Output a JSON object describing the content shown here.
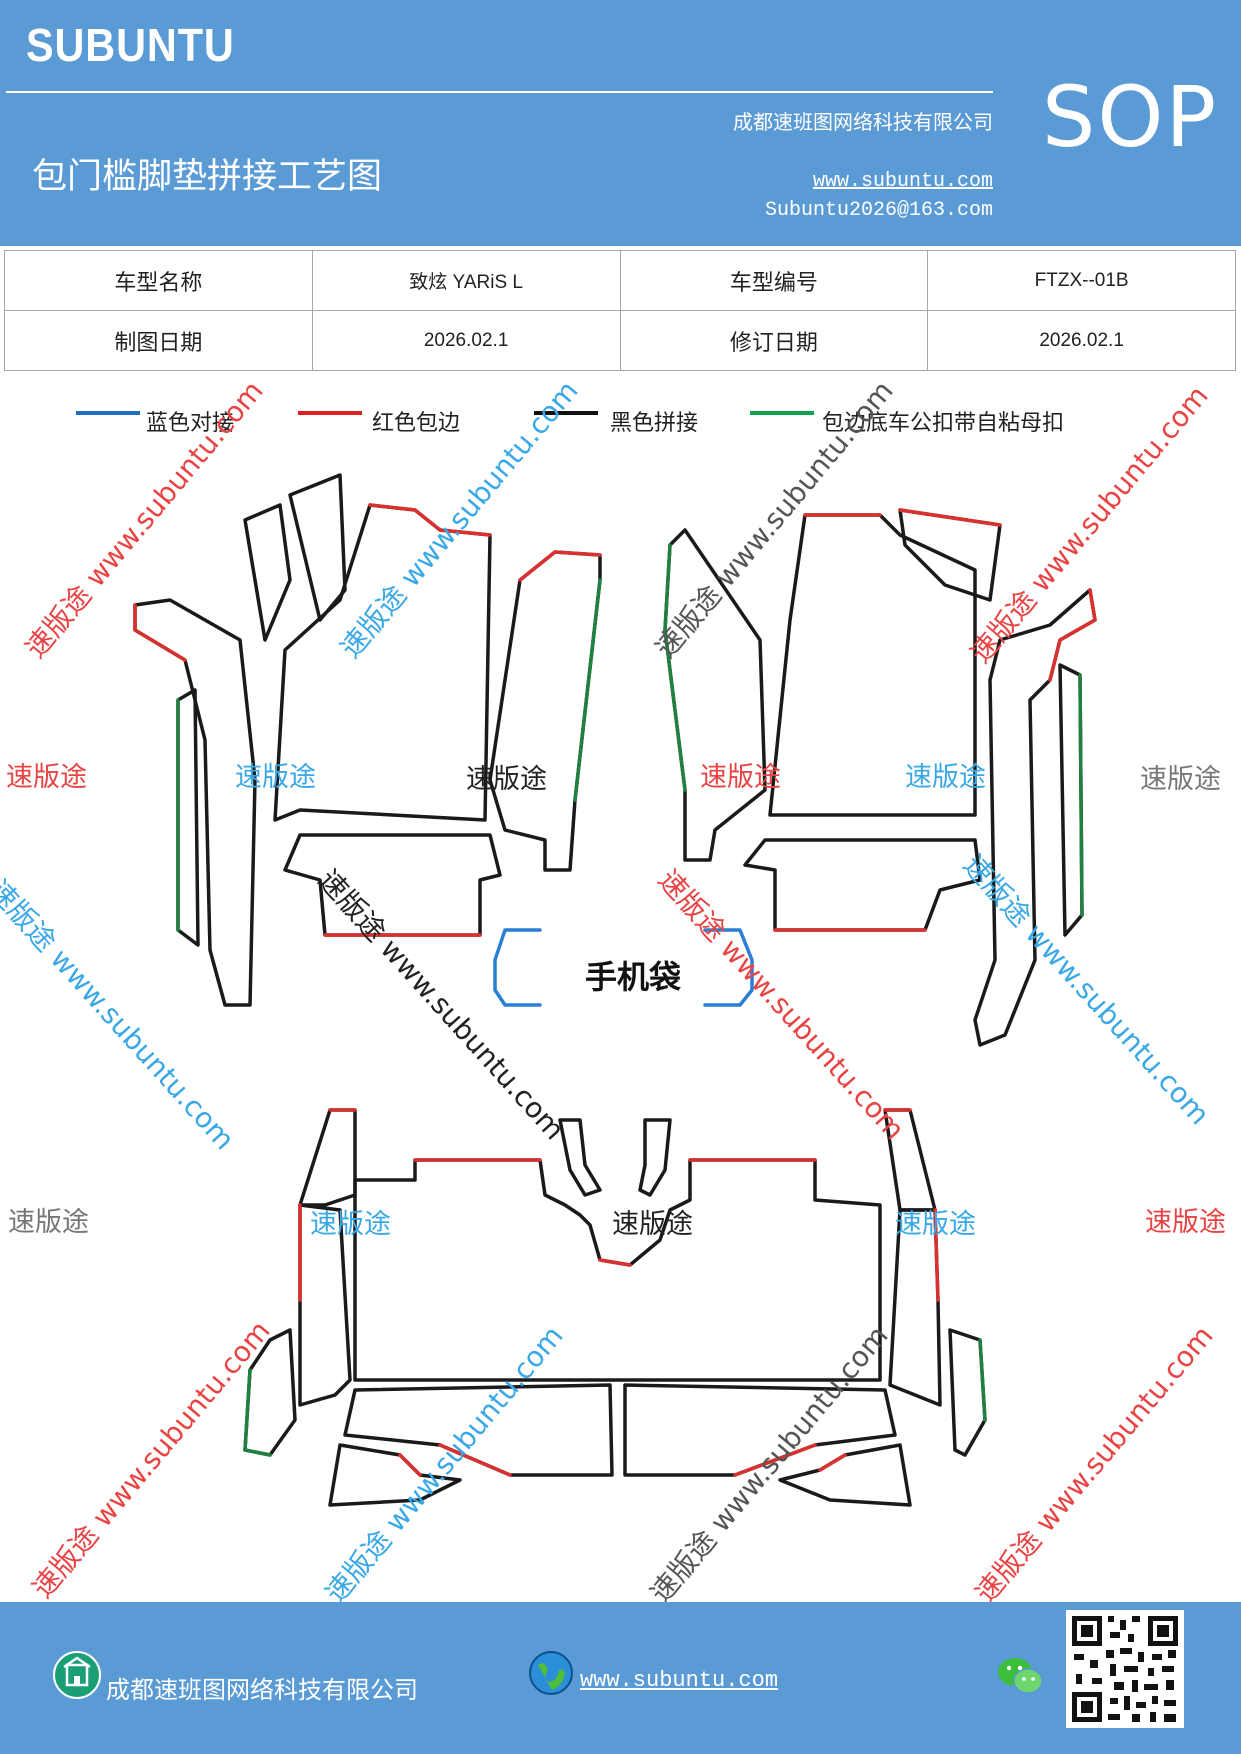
{
  "header": {
    "brand": "SUBUNTU",
    "company": "成都速班图网络科技有限公司",
    "title": "包门槛脚垫拼接工艺图",
    "url": "www.subuntu.com",
    "email": "Subuntu2026@163.com",
    "sop": "SOP"
  },
  "info": {
    "model_name_label": "车型名称",
    "model_name": "致炫 YARiS L",
    "model_code_label": "车型编号",
    "model_code": "FTZX--01B",
    "draw_date_label": "制图日期",
    "draw_date": "2026.02.1",
    "rev_date_label": "修订日期",
    "rev_date": "2026.02.1"
  },
  "legend": [
    {
      "label": "蓝色对接",
      "color": "#1f6fc2"
    },
    {
      "label": "红色包边",
      "color": "#e02020"
    },
    {
      "label": "黑色拼接",
      "color": "#111111"
    },
    {
      "label": "包边底车公扣带自粘母扣",
      "color": "#10a050"
    }
  ],
  "diagram": {
    "phone_pocket_label": "手机袋"
  },
  "watermarks": {
    "diag_text": "速版途 www.subuntu.com",
    "plain": "速版途"
  },
  "footer": {
    "company": "成都速班图网络科技有限公司",
    "url": "www.subuntu.com"
  },
  "colors": {
    "header_bg": "#5b9bd5",
    "edge_red": "#d93030",
    "edge_blue": "#2a7fd4",
    "edge_green": "#1f8040",
    "edge_black": "#1a1a1a",
    "wm_red": "#e84444",
    "wm_blue": "#3aa8e6",
    "wm_gray": "#777777"
  }
}
